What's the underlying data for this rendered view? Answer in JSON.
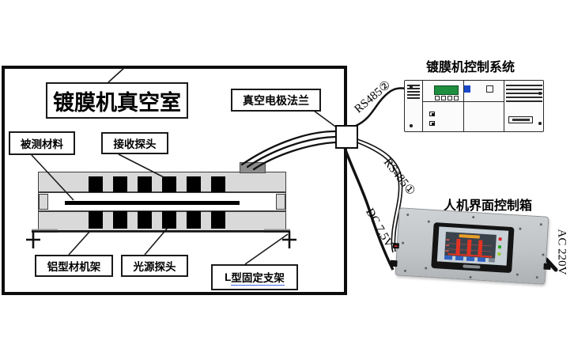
{
  "diagram": {
    "chamber": {
      "title": "镀膜机真空室",
      "labels": {
        "measured_material": "被测材料",
        "receiving_probe": "接收探头",
        "vacuum_flange": "真空电极法兰",
        "aluminum_frame": "铝型材机架",
        "light_probe": "光源探头",
        "l_bracket_prefix": "L ",
        "l_bracket_rest": "型固定支架"
      },
      "assembly": {
        "top_probe_count": 6,
        "bottom_probe_count": 6
      }
    },
    "devices": {
      "plc_title": "镀膜机控制系统",
      "hmi_title": "人机界面控制箱"
    },
    "connections": {
      "rs485_top": "RS485②",
      "rs485_bottom": "RS485①",
      "dc_power": "DC 7.5V",
      "ac_power": "AC 220V"
    },
    "colors": {
      "frame_gray": "#d9d9d9",
      "probe_black": "#000000",
      "feed_block_gray": "#8c8c8c",
      "hmi_bar_red": "#e23222",
      "plc_display_green": "#1e8f3e",
      "plc_indicator_blue": "#1b49c9"
    }
  }
}
